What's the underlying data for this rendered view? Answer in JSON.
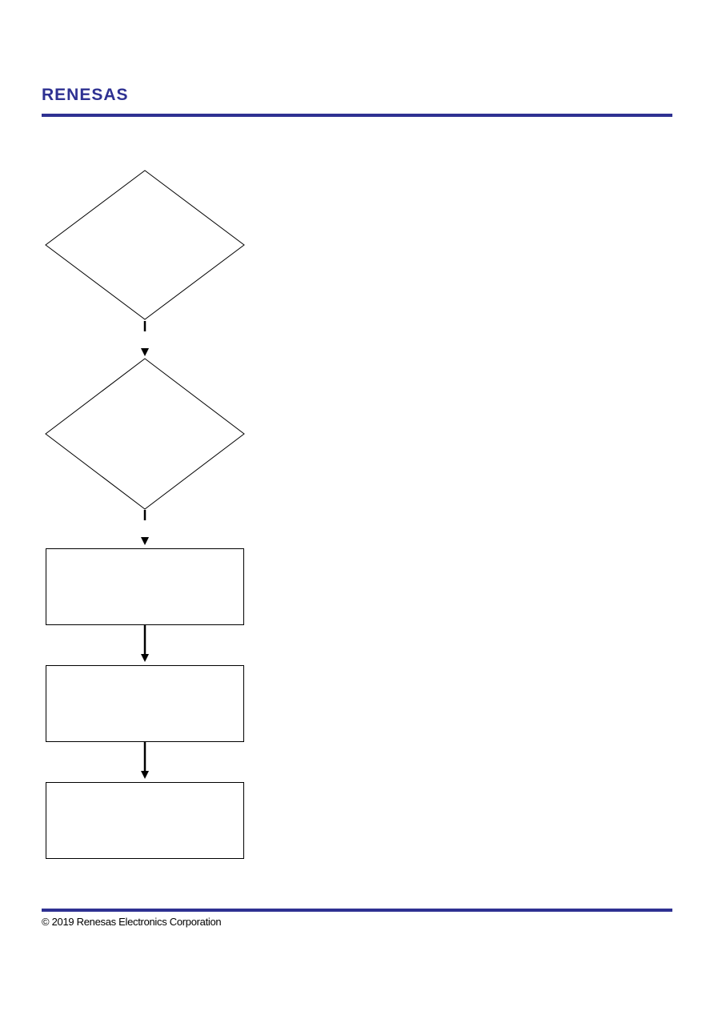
{
  "header": {
    "logo_text": "RENESAS",
    "brand_color": "#2e3192",
    "rule_color": "#2e3192"
  },
  "footer": {
    "copyright": "© 2019 Renesas Electronics Corporation",
    "rule_color": "#2e3192"
  },
  "flowchart": {
    "nodes": [
      {
        "id": "decision-1",
        "shape": "diamond",
        "label": ""
      },
      {
        "id": "decision-2",
        "shape": "diamond",
        "label": ""
      },
      {
        "id": "process-1",
        "shape": "rectangle",
        "label": ""
      },
      {
        "id": "process-2",
        "shape": "rectangle",
        "label": ""
      },
      {
        "id": "process-3",
        "shape": "rectangle",
        "label": ""
      }
    ],
    "edges": [
      {
        "from": "decision-1",
        "to": "decision-2",
        "style": "broken"
      },
      {
        "from": "decision-2",
        "to": "process-1",
        "style": "broken"
      },
      {
        "from": "process-1",
        "to": "process-2",
        "style": "solid"
      },
      {
        "from": "process-2",
        "to": "process-3",
        "style": "solid"
      }
    ],
    "stroke_color": "#000000"
  }
}
